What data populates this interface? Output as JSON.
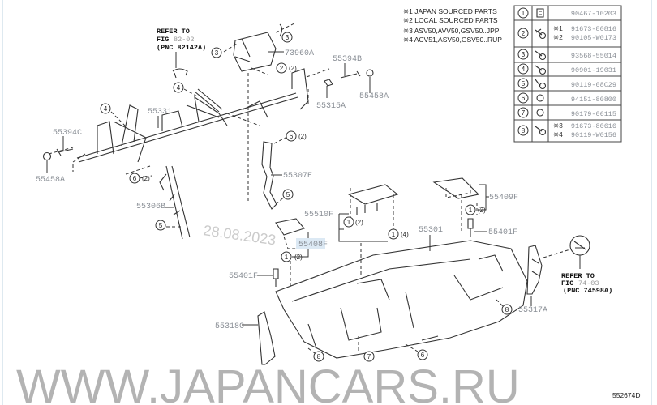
{
  "notes": [
    "※1 JAPAN SOURCED PARTS",
    "※2 LOCAL SOURCED PARTS",
    "※3 ASV50,AVV50,GSV50..JPP",
    "※4 ACV51,ASV50,GSV50..RUP"
  ],
  "fastener_table": [
    {
      "ref": "1",
      "icon": "clip-icon",
      "parts": [
        {
          "mark": "",
          "number": "90467-10203"
        }
      ]
    },
    {
      "ref": "2",
      "icon": "bolt-icon",
      "parts": [
        {
          "mark": "※1",
          "number": "91673-80816"
        },
        {
          "mark": "※2",
          "number": "90105-W0173"
        }
      ]
    },
    {
      "ref": "3",
      "icon": "bolt-icon",
      "parts": [
        {
          "mark": "",
          "number": "93568-55014"
        }
      ]
    },
    {
      "ref": "4",
      "icon": "bolt-icon",
      "parts": [
        {
          "mark": "",
          "number": "90901-19031"
        }
      ]
    },
    {
      "ref": "5",
      "icon": "screw-icon",
      "parts": [
        {
          "mark": "",
          "number": "90119-08C29"
        }
      ]
    },
    {
      "ref": "6",
      "icon": "nut-icon",
      "parts": [
        {
          "mark": "",
          "number": "94151-80800"
        }
      ]
    },
    {
      "ref": "7",
      "icon": "nut-icon",
      "parts": [
        {
          "mark": "",
          "number": "90179-06115"
        }
      ]
    },
    {
      "ref": "8",
      "icon": "bolt-icon",
      "parts": [
        {
          "mark": "※3",
          "number": "91673-80616"
        },
        {
          "mark": "※4",
          "number": "90119-W0156"
        }
      ]
    }
  ],
  "references": {
    "top": {
      "line1": "REFER TO",
      "fig_prefix": "FIG",
      "fig": "82-02",
      "pnc": "(PNC 82142A)"
    },
    "right": {
      "line1": "REFER TO",
      "fig_prefix": "FIG",
      "fig": "74-03",
      "pnc": "(PNC 74598A)"
    }
  },
  "part_labels": {
    "p73960A": "73960A",
    "p55394B": "55394B",
    "p55458A_r": "55458A",
    "p55315A": "55315A",
    "p55331": "55331",
    "p55394C": "55394C",
    "p55458A_l": "55458A",
    "p55306B": "55306B",
    "p55307E": "55307E",
    "p55510F": "55510F",
    "p55409F": "55409F",
    "p55301": "55301",
    "p55401F_r": "55401F",
    "p55408F": "55408F",
    "p55401F_l": "55401F",
    "p55318C": "55318C",
    "p55317A": "55317A"
  },
  "callouts": {
    "c3a": "3",
    "c3b": "3",
    "c2": "2",
    "c2q": "(2)",
    "c4a": "4",
    "c4b": "4",
    "c6a": "6",
    "c6aq": "(2)",
    "c5a": "5",
    "c6b": "6",
    "c6bq": "(2)",
    "c5b": "5",
    "c1a": "1",
    "c1aq": "(2)",
    "c1b": "1",
    "c1bq": "(4)",
    "c1c": "1",
    "c1cq": "(2)",
    "c1d": "1",
    "c1dq": "(2)",
    "c8a": "8",
    "c7": "7",
    "c6c": "6",
    "c8b": "8"
  },
  "watermark": "WWW.JAPANCARS.RU",
  "date_stamp": "28.08.2023",
  "figure_id": "552674D"
}
